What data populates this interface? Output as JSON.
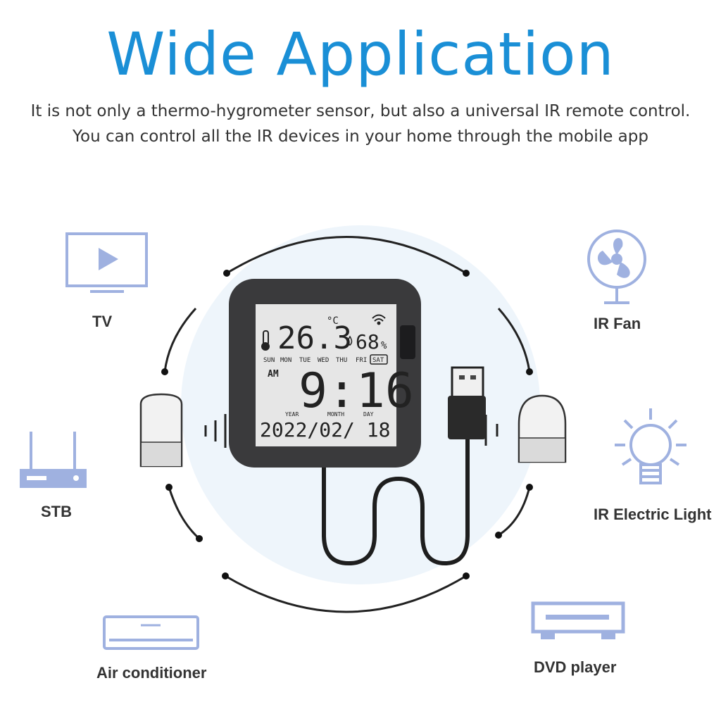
{
  "header": {
    "title": "Wide Application",
    "line1": "It is not only a thermo-hygrometer sensor, but also a universal IR remote control.",
    "line2": "You can control all the IR devices in your home through the mobile app"
  },
  "devices": {
    "tv": "TV",
    "stb": "STB",
    "air_conditioner": "Air conditioner",
    "ir_fan": "IR Fan",
    "ir_light": "IR Electric Light",
    "dvd_player": "DVD player"
  },
  "display": {
    "temperature": "26.3",
    "temp_unit": "°C",
    "humidity": "68",
    "humidity_unit": "%",
    "weekdays": [
      "SUN",
      "MON",
      "TUE",
      "WED",
      "THU",
      "FRI",
      "SAT"
    ],
    "active_day": "SAT",
    "ampm": "AM",
    "time": "9:16",
    "date_labels": [
      "YEAR",
      "MONTH",
      "DAY"
    ],
    "date": "2022/02/ 18"
  },
  "colors": {
    "accent_title": "#1a8fd6",
    "icon": "#9fb1e0",
    "device_body": "#3a3a3c",
    "lcd": "#e6e6e6"
  }
}
